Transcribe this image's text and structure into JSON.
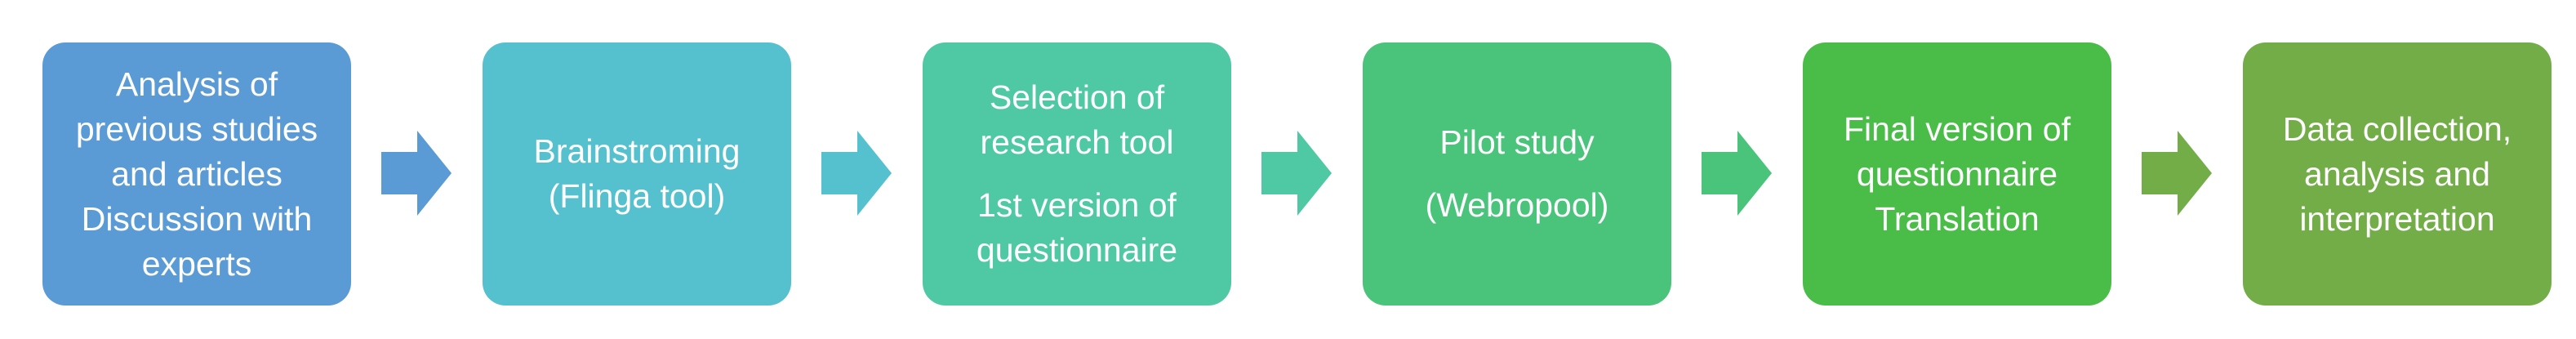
{
  "steps": [
    {
      "lines": [
        "Analysis of",
        "previous studies",
        "and articles",
        "Discussion with",
        "experts"
      ],
      "color": "#5b9bd5"
    },
    {
      "lines": [
        "Brainstroming",
        "(Flinga tool)"
      ],
      "color": "#55c1cf"
    },
    {
      "lines": [
        "Selection of",
        "research tool"
      ],
      "lines_b": [
        "1st version of",
        "questionnaire"
      ],
      "color": "#4fc9a4"
    },
    {
      "lines": [
        "Pilot study"
      ],
      "lines_b": [
        "(Webropool)"
      ],
      "color": "#49c47a"
    },
    {
      "lines": [
        "Final version of",
        "questionnaire",
        "Translation"
      ],
      "color": "#49bd47"
    },
    {
      "lines": [
        "Data collection,",
        "analysis and",
        "interpretation"
      ],
      "color": "#72ad47"
    }
  ],
  "arrows": [
    {
      "color": "#5b9bd5"
    },
    {
      "color": "#55c1cf"
    },
    {
      "color": "#4fc9a4"
    },
    {
      "color": "#49c47a"
    },
    {
      "color": "#72ad47"
    }
  ]
}
